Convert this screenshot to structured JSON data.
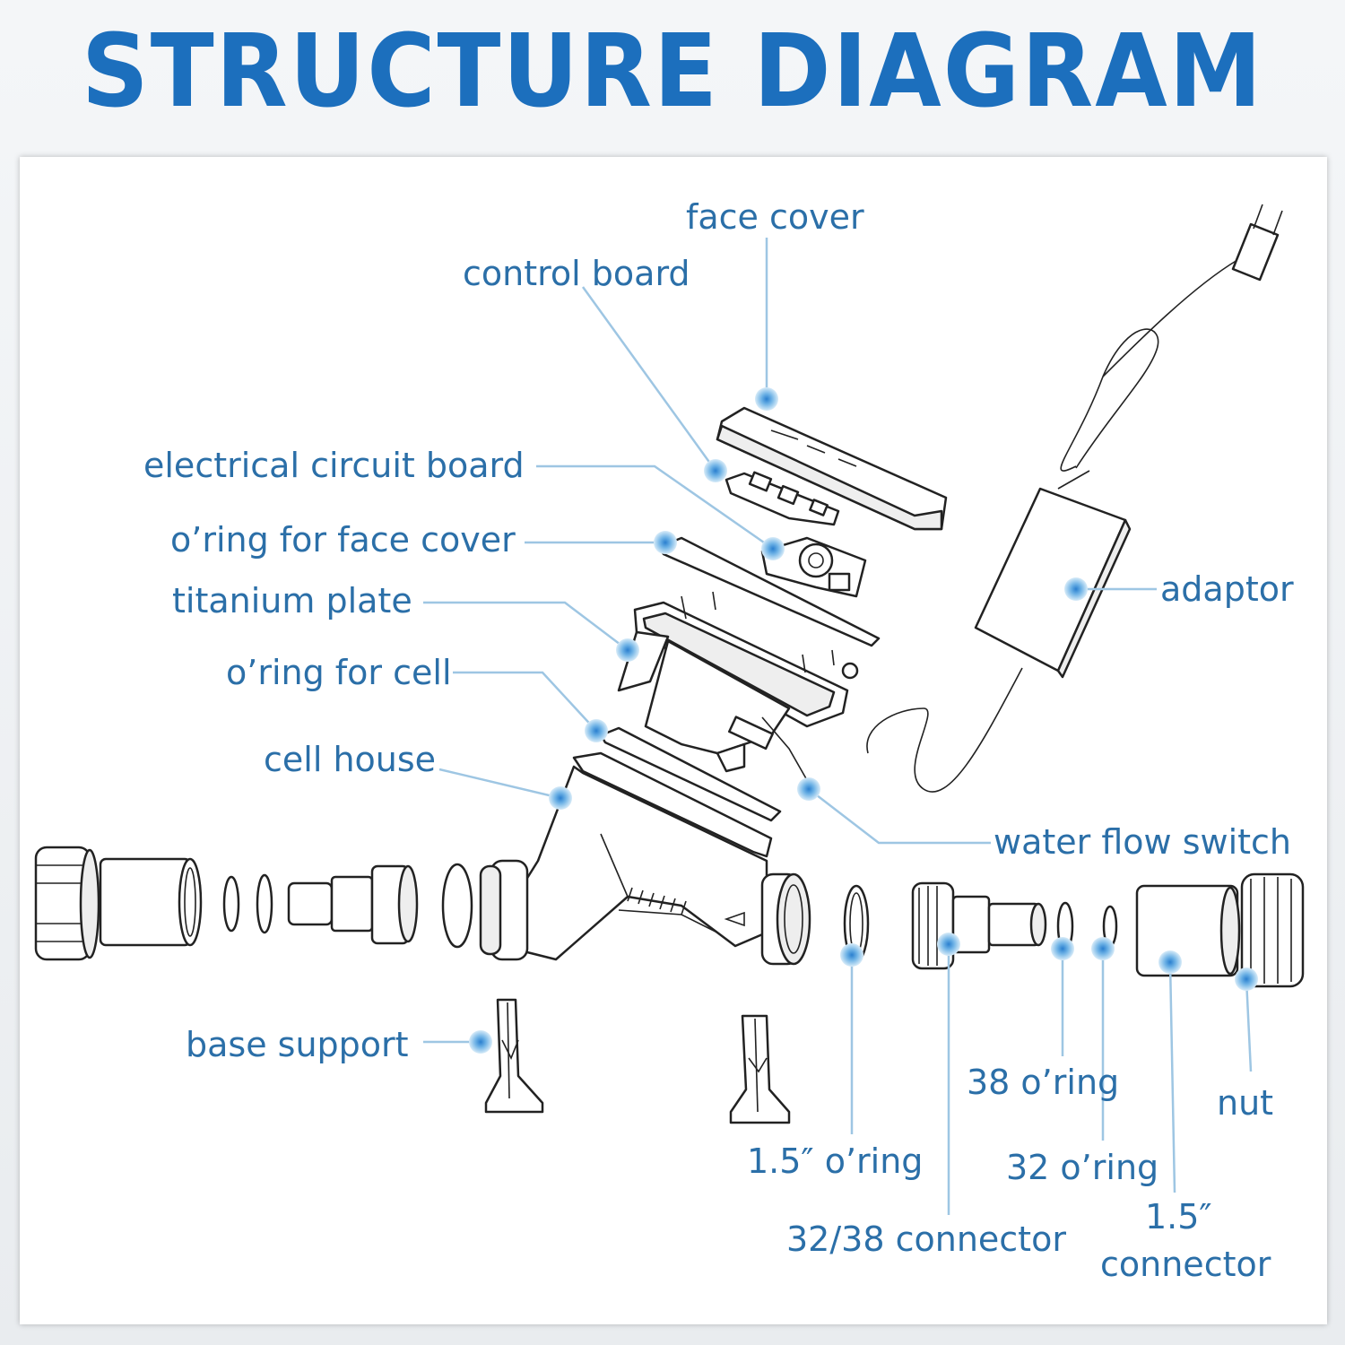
{
  "title": "STRUCTURE DIAGRAM",
  "colors": {
    "title": "#1c6fbd",
    "label": "#2b6fa8",
    "leader": "#9ec6e3",
    "dot": "#4a9ad6"
  },
  "labels": {
    "face_cover": "face cover",
    "control_board": "control board",
    "electrical_circuit_board": "electrical circuit board",
    "oring_face_cover": "o’ring for face cover",
    "titanium_plate": "titanium plate",
    "oring_cell": "o’ring for cell",
    "cell_house": "cell house",
    "adaptor": "adaptor",
    "water_flow_switch": "water flow switch",
    "base_support": "base support",
    "oring_1_5": "1.5″  o’ring",
    "connector_32_38": "32/38 connector",
    "oring_38": "38 o’ring",
    "oring_32": "32 o’ring",
    "nut": "nut",
    "connector_1_5_a": "1.5″",
    "connector_1_5_b": "connector"
  }
}
